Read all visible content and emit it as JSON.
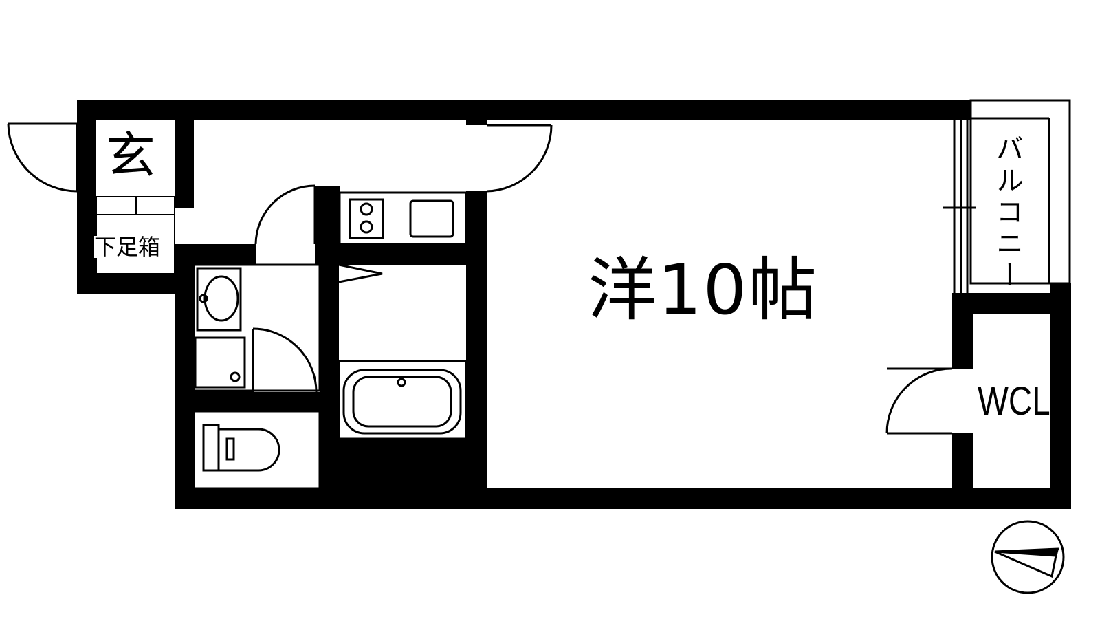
{
  "floorplan": {
    "main_room_label": "洋10帖",
    "entrance_label": "玄",
    "shoe_box_label": "下足箱",
    "closet_label": "WCL",
    "balcony_label": "バルコニー",
    "colors": {
      "wall": "#000000",
      "background": "#ffffff"
    },
    "icons": [
      "compass-icon",
      "stove-icon",
      "sink-icon",
      "washbasin-icon",
      "bathtub-icon",
      "toilet-icon",
      "washing-machine-pan-icon",
      "door-swing-icon"
    ]
  }
}
